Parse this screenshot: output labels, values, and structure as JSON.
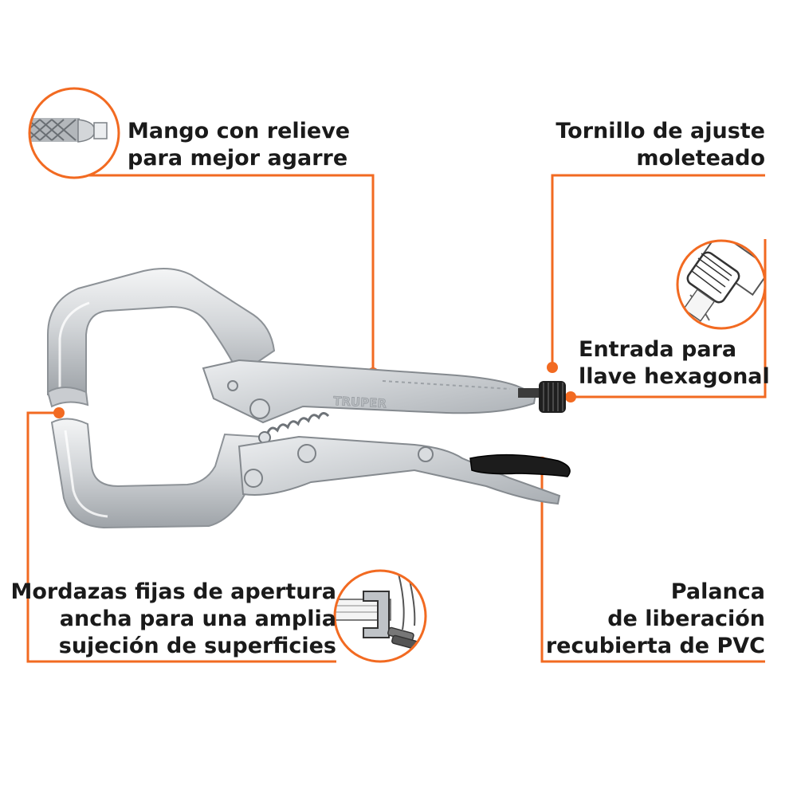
{
  "accent_color": "#f26a21",
  "brand": "TRUPER",
  "callouts": {
    "handle": {
      "lines": [
        "Mango con relieve",
        "para mejor agarre"
      ]
    },
    "screw": {
      "lines": [
        "Tornillo de ajuste",
        "moleteado"
      ]
    },
    "hex": {
      "lines": [
        "Entrada para",
        "llave hexagonal"
      ]
    },
    "jaws": {
      "lines": [
        "Mordazas fijas de apertura",
        "ancha para una amplia",
        "sujeción de superficies"
      ]
    },
    "lever": {
      "lines": [
        "Palanca",
        "de liberación",
        "recubierta de PVC"
      ]
    }
  },
  "icons": {
    "handle": "textured-handle-icon",
    "screw": "knurled-screw-icon",
    "jaws": "clamp-in-use-icon",
    "tool": "c-clamp-locking-pliers-icon"
  }
}
